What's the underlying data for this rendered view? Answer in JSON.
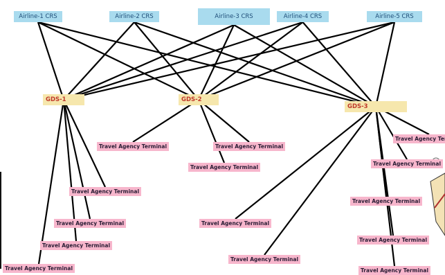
{
  "airlines": [
    {
      "id": "a1",
      "label": "Airline-1 CRS"
    },
    {
      "id": "a2",
      "label": "Airline-2 CRS"
    },
    {
      "id": "a3",
      "label": "Airline-3 CRS"
    },
    {
      "id": "a4",
      "label": "Airline-4 CRS"
    },
    {
      "id": "a5",
      "label": "Airline-5 CRS"
    }
  ],
  "gds": [
    {
      "id": "g1",
      "label": "GDS-1"
    },
    {
      "id": "g2",
      "label": "GDS-2"
    },
    {
      "id": "g3",
      "label": "GDS-3"
    }
  ],
  "terminals": [
    {
      "id": "t1",
      "label": "Travel Agency Terminal"
    },
    {
      "id": "t2",
      "label": "Travel Agency Terminal"
    },
    {
      "id": "t3",
      "label": "Travel Agency Terminal"
    },
    {
      "id": "t4",
      "label": "Travel Agency Terminal"
    },
    {
      "id": "t5",
      "label": "Travel Agency Terminal"
    },
    {
      "id": "t6",
      "label": "Travel Agency Terminal"
    },
    {
      "id": "t7",
      "label": "Travel Agency Terminal"
    },
    {
      "id": "t8",
      "label": "Travel Agency Terminal"
    },
    {
      "id": "t9",
      "label": "Travel Agency Terminal"
    },
    {
      "id": "t10",
      "label": "Travel Agency Terminal"
    },
    {
      "id": "t11",
      "label": "Travel Agency Terminal"
    },
    {
      "id": "t12",
      "label": "Travel Agency Terminal"
    },
    {
      "id": "t13",
      "label": "Travel Agency Terminal"
    },
    {
      "id": "t14",
      "label": "Travel Agency Terminal"
    }
  ],
  "connections": [
    [
      "a1",
      "g1"
    ],
    [
      "a1",
      "g2"
    ],
    [
      "a1",
      "g3"
    ],
    [
      "a2",
      "g1"
    ],
    [
      "a2",
      "g2"
    ],
    [
      "a2",
      "g3"
    ],
    [
      "a3",
      "g1"
    ],
    [
      "a3",
      "g2"
    ],
    [
      "a3",
      "g3"
    ],
    [
      "a4",
      "g1"
    ],
    [
      "a4",
      "g2"
    ],
    [
      "a4",
      "g3"
    ],
    [
      "a5",
      "g1"
    ],
    [
      "a5",
      "g2"
    ],
    [
      "a5",
      "g3"
    ],
    [
      "g1",
      "t1"
    ],
    [
      "g1",
      "t2"
    ],
    [
      "g1",
      "t3"
    ],
    [
      "g1",
      "t4"
    ],
    [
      "g2",
      "t5"
    ],
    [
      "g2",
      "t6"
    ],
    [
      "g2",
      "t7"
    ],
    [
      "g3",
      "t8"
    ],
    [
      "g3",
      "t9"
    ],
    [
      "g3",
      "t10"
    ],
    [
      "g3",
      "t11"
    ],
    [
      "g3",
      "t12"
    ],
    [
      "g3",
      "t13"
    ],
    [
      "g3",
      "t14"
    ]
  ],
  "colors": {
    "airline_fill": "#a9dbee",
    "gds_fill": "#f6e7ad",
    "gds_text": "#c0392b",
    "terminal_fill": "#f7b6cc",
    "line": "#000000"
  }
}
